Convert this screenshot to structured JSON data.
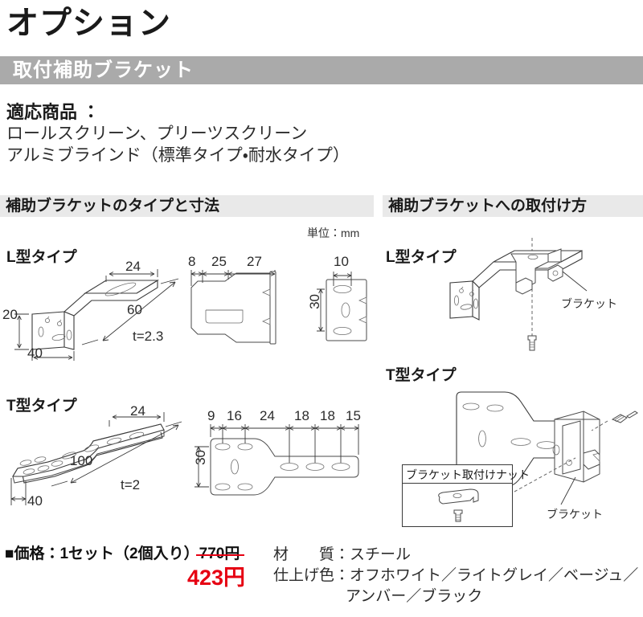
{
  "header": {
    "title": "オプション",
    "band_label": "取付補助ブラケット"
  },
  "applicable": {
    "title": "適応商品 ：",
    "line1": "ロールスクリーン、プリーツスクリーン",
    "line2": "アルミブラインド（標準タイプ・耐水タイプ）"
  },
  "sections": {
    "left_header": "補助ブラケットのタイプと寸法",
    "right_header": "補助ブラケットへの取付け方",
    "unit_note": "単位：mm"
  },
  "labels": {
    "l_type": "L型タイプ",
    "t_type": "T型タイプ",
    "bracket": "ブラケット",
    "bracket_nut": "ブラケット取付けナット"
  },
  "dimensions": {
    "l_iso": {
      "w_top": "24",
      "length": "60",
      "h_left": "20",
      "w_base": "40",
      "thickness": "t=2.3"
    },
    "l_front": {
      "d1": "8",
      "d2": "25",
      "d3": "27"
    },
    "l_side": {
      "w": "10",
      "h": "30"
    },
    "t_iso": {
      "w_top": "24",
      "length": "100",
      "w_base": "40",
      "thickness": "t=2"
    },
    "t_front": {
      "chain": [
        "9",
        "16",
        "24",
        "18",
        "18",
        "15"
      ],
      "h": "30"
    }
  },
  "footer": {
    "price_prefix": "■価格：1セット（2個入り）",
    "old_price": "770円",
    "new_price": "423円",
    "material_label": "材　　質：",
    "material_value": "スチール",
    "finish_label": "仕上げ色：",
    "finish_line1": "オフホワイト／ライトグレイ／ベージュ／",
    "finish_line2": "アンバー／ブラック"
  },
  "colors": {
    "band_gray": "#aaaaaa",
    "section_gray": "#e9e9e9",
    "price_red": "#e60012",
    "ink": "#231f20"
  }
}
